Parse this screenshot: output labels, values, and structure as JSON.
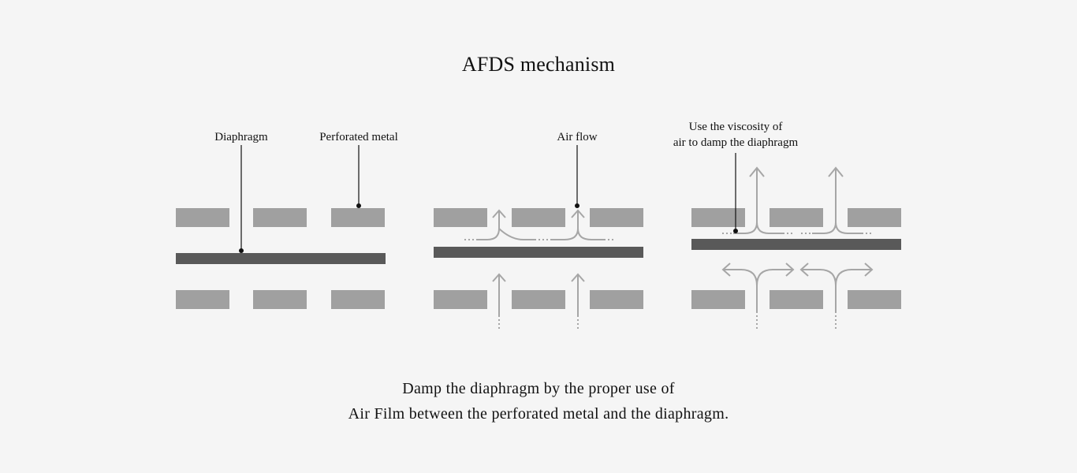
{
  "title": "AFDS mechanism",
  "panels": [
    {
      "labels": [
        "Diaphragm",
        "Perforated metal"
      ]
    },
    {
      "labels": [
        "Air flow"
      ]
    },
    {
      "labels": [
        "Use the viscosity of",
        "air to damp the diaphragm"
      ]
    }
  ],
  "caption": {
    "line1": "Damp the diaphragm by the proper use of",
    "line2": "Air Film between the perforated metal and the diaphragm."
  },
  "colors": {
    "background": "#f5f5f5",
    "perforated_metal": "#a0a0a0",
    "diaphragm": "#595959",
    "air_flow_arrow": "#a6a6a6",
    "leader_line": "#111111"
  }
}
